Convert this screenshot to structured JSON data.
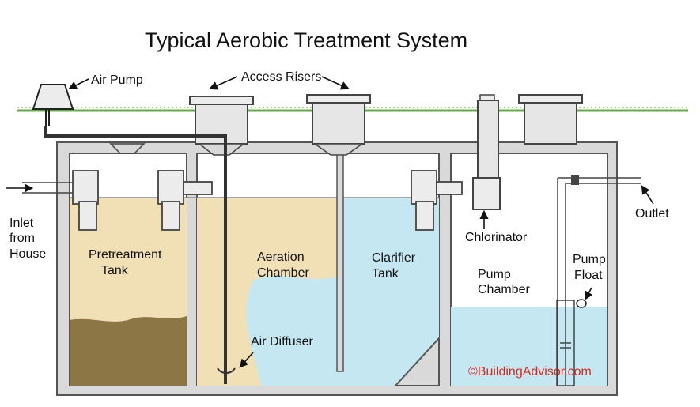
{
  "title": "Typical Aerobic Treatment System",
  "labels": {
    "air_pump": "Air Pump",
    "access_risers": "Access Risers",
    "inlet_line1": "Inlet",
    "inlet_line2": "from",
    "inlet_line3": "House",
    "outlet": "Outlet",
    "pretreatment_line1": "Pretreatment",
    "pretreatment_line2": "Tank",
    "aeration_line1": "Aeration",
    "aeration_line2": "Chamber",
    "clarifier_line1": "Clarifier",
    "clarifier_line2": "Tank",
    "chlorinator": "Chlorinator",
    "pump_chamber_line1": "Pump",
    "pump_chamber_line2": "Chamber",
    "pump_float_line1": "Pump",
    "pump_float_line2": "Float",
    "air_diffuser": "Air Diffuser"
  },
  "copyright": "©BuildingAdvisor.com",
  "colors": {
    "concrete": "#d9d9d9",
    "concrete_edge": "#555555",
    "pretreatment_liquid": "#f1dfb6",
    "sludge": "#8c7645",
    "aeration_liquid": "#f1dfb6",
    "clarifier_water": "#c4e7f1",
    "pump_water": "#c4e7f1",
    "grass": "#7bbf62",
    "copyright": "#d42a1e"
  }
}
